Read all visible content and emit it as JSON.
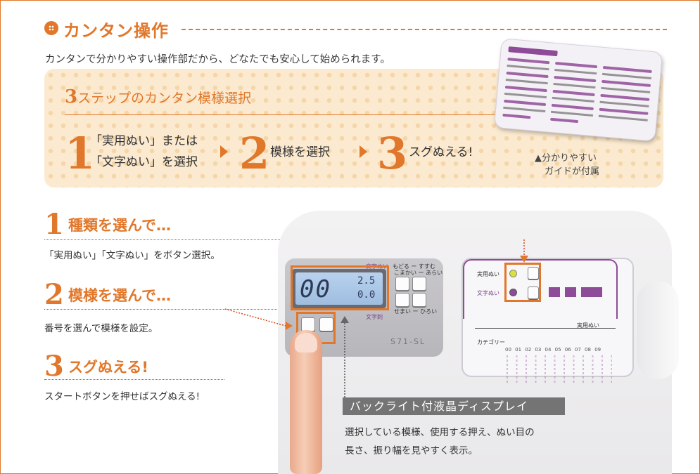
{
  "header": {
    "title": "カンタン操作",
    "intro": "カンタンで分かりやすい操作部だから、どなたでも安心して始められます。"
  },
  "step_box": {
    "title_num": "3",
    "title_text": "ステップのカンタン模様選択",
    "steps": [
      {
        "num": "1",
        "line1": "「実用ぬい」または",
        "line2": "「文字ぬい」を選択"
      },
      {
        "num": "2",
        "line1": "模様を選択"
      },
      {
        "num": "3",
        "line1": "スグぬえる!"
      }
    ]
  },
  "guide": {
    "caption_line1": "▲分かりやすい",
    "caption_line2": "ガイドが付属"
  },
  "sections": [
    {
      "num": "1",
      "title": "種類を選んで…",
      "desc": "「実用ぬい」「文字ぬい」をボタン選択。"
    },
    {
      "num": "2",
      "title": "模様を選んで…",
      "desc": "番号を選んで模様を設定。"
    },
    {
      "num": "3",
      "title": "スグぬえる!",
      "desc": "スタートボタンを押せばスグぬえる!"
    }
  ],
  "machine": {
    "lcd_pattern": "00",
    "lcd_length": "2.5",
    "lcd_width": "0.0",
    "panel_labels": {
      "moji": "文字ぬい",
      "modoru": "もどる ー すすむ",
      "komakai": "こまかい ー あらい",
      "semai": "せまい ー ひろい",
      "moji2": "文字刺",
      "model": "S71-SL",
      "jitsuyo": "実用ぬい",
      "mojinui": "文字ぬい",
      "jitsuyo2": "実用ぬい",
      "category": "カテゴリー",
      "codes": "00 01 02 03 04 05 06 07 08 09"
    },
    "lcd_label": "バックライト付液晶ディスプレイ",
    "lcd_desc_line1": "選択している模様、使用する押え、ぬい目の",
    "lcd_desc_line2": "長さ、振り幅を見やすく表示。"
  },
  "colors": {
    "accent": "#e1772a",
    "purple": "#8e4b97",
    "box_bg": "#fbead0"
  }
}
